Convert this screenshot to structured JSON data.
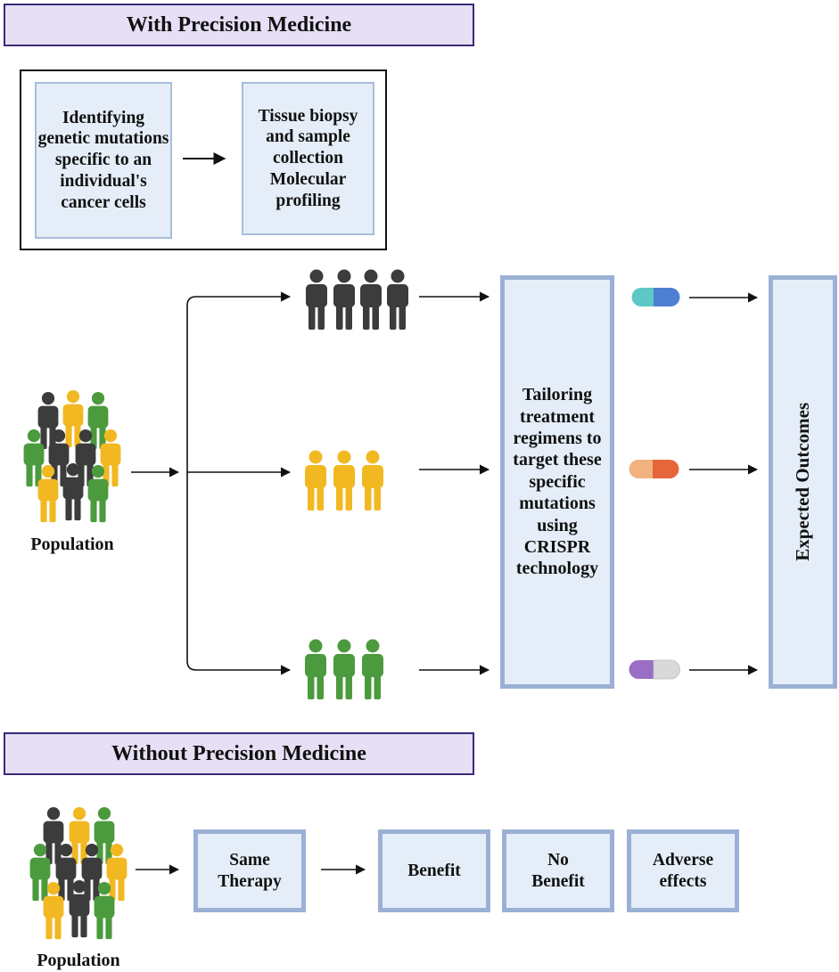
{
  "with_section": {
    "title": "With Precision Medicine",
    "step1": "Identifying genetic mutations specific to an individual's cancer cells",
    "step2": "Tissue biopsy and sample collection Molecular profiling",
    "population_label": "Population",
    "tailoring": "Tailoring treatment regimens to target these specific mutations using CRISPR technology",
    "expected": "Expected Outcomes"
  },
  "without_section": {
    "title": "Without Precision Medicine",
    "population_label": "Population",
    "same_therapy": "Same Therapy",
    "benefit": "Benefit",
    "no_benefit": "No Benefit",
    "adverse": "Adverse effects"
  },
  "colors": {
    "dark_person": "#3c3c3c",
    "yellow_person": "#f2b822",
    "green_person": "#4c9a3e",
    "pill1": [
      "#5ec8c7",
      "#4f7fd0"
    ],
    "pill2": [
      "#f1b27f",
      "#e6663b"
    ],
    "pill3": [
      "#9b6ec6",
      "#d9d9d9"
    ]
  }
}
